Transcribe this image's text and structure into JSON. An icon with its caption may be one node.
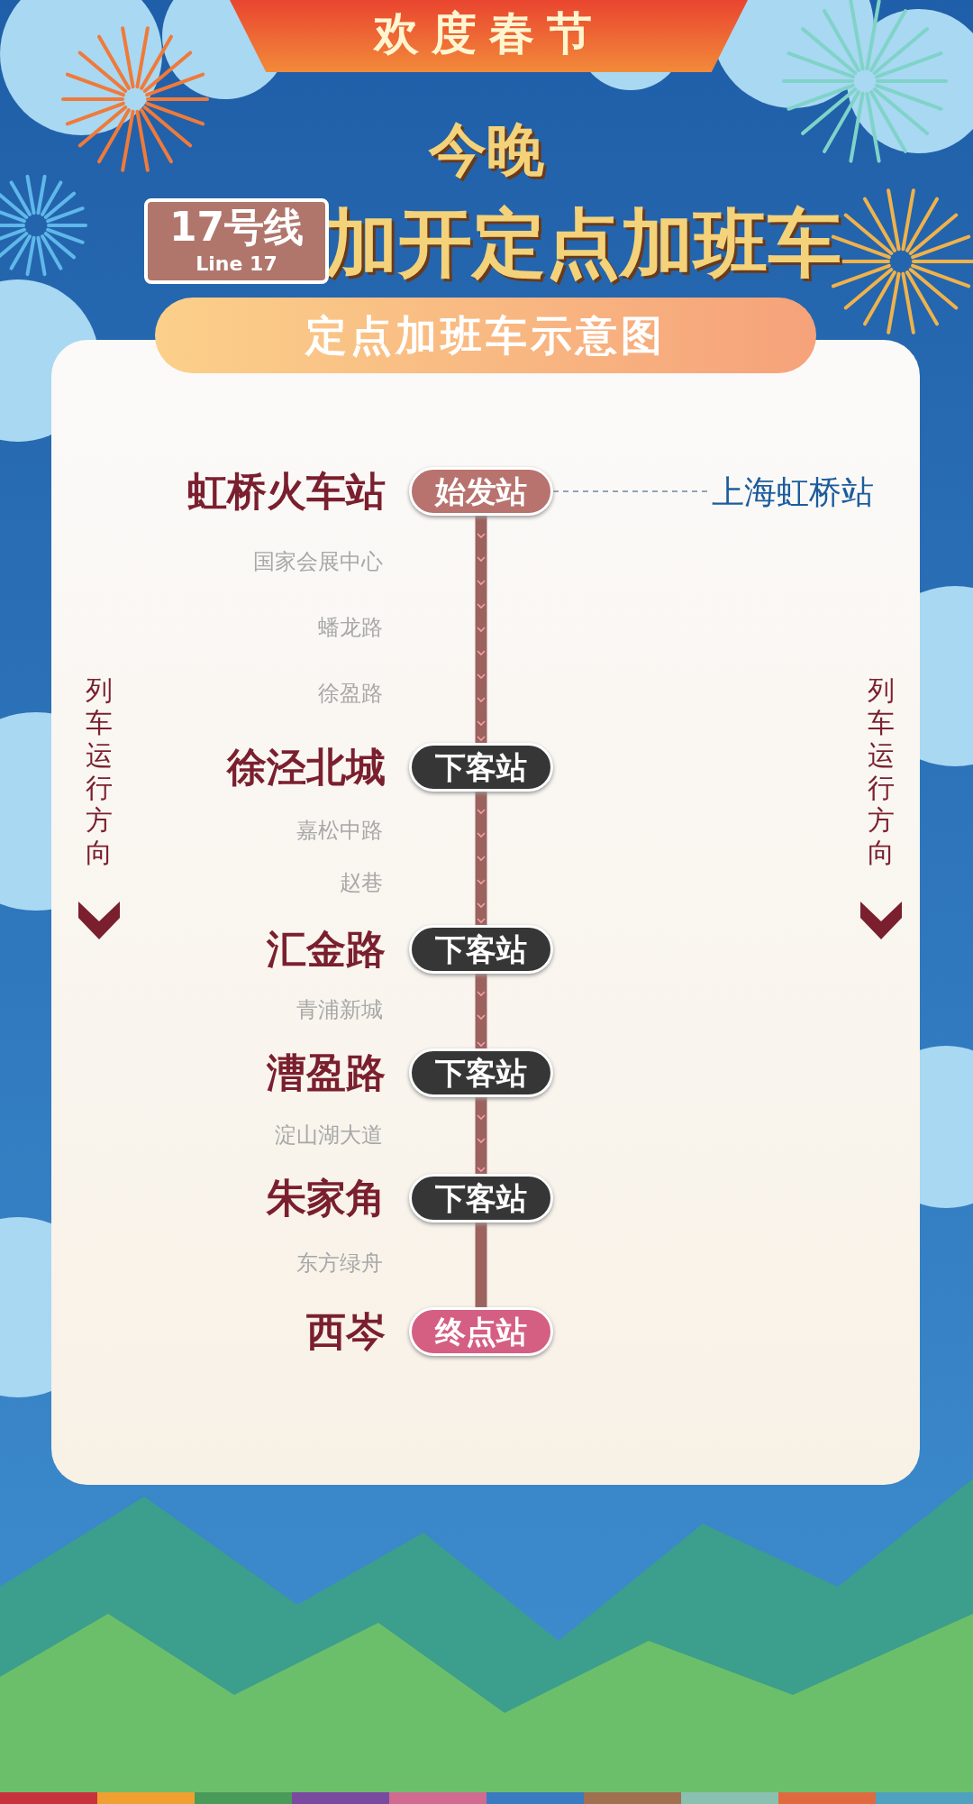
{
  "diagram": {
    "title": "加开定点加班车",
    "nodes": [
      {
        "text": [
          "欢度春节"
        ]
      },
      {
        "text": [
          "17号线",
          "Line 17"
        ]
      },
      {
        "text": [
          "定点加班车示意图"
        ]
      },
      {
        "text": [
          "始发站"
        ],
        "beside": [
          "虹桥火车站"
        ]
      },
      {
        "text": [
          "上海虹桥站"
        ]
      },
      {
        "text": [
          "下客站"
        ],
        "beside": [
          "徐泾北城"
        ]
      },
      {
        "text": [
          "下客站"
        ],
        "beside": [
          "汇金路"
        ]
      },
      {
        "text": [
          "下客站"
        ],
        "beside": [
          "漕盈路"
        ]
      },
      {
        "text": [
          "下客站"
        ],
        "beside": [
          "朱家角"
        ]
      },
      {
        "text": [
          "终点站"
        ],
        "beside": [
          "西岑"
        ]
      }
    ],
    "edges": [
      {
        "from": 3,
        "to": 4,
        "arrow": "none",
        "style": "dashed",
        "color": "#8fa3bb"
      },
      {
        "from": 3,
        "to": 5,
        "arrow": "to"
      },
      {
        "from": 5,
        "to": 6,
        "arrow": "to"
      },
      {
        "from": 6,
        "to": 7,
        "arrow": "to"
      },
      {
        "from": 7,
        "to": 8,
        "arrow": "to"
      },
      {
        "from": 8,
        "to": 9,
        "arrow": "none"
      }
    ],
    "labels": [
      "今晚",
      "国家会展中心",
      "蟠龙路",
      "徐盈路",
      "列车运行方向",
      "列车运行方向",
      "嘉松中路",
      "赵巷",
      "青浦新城",
      "淀山湖大道",
      "东方绿舟"
    ]
  }
}
